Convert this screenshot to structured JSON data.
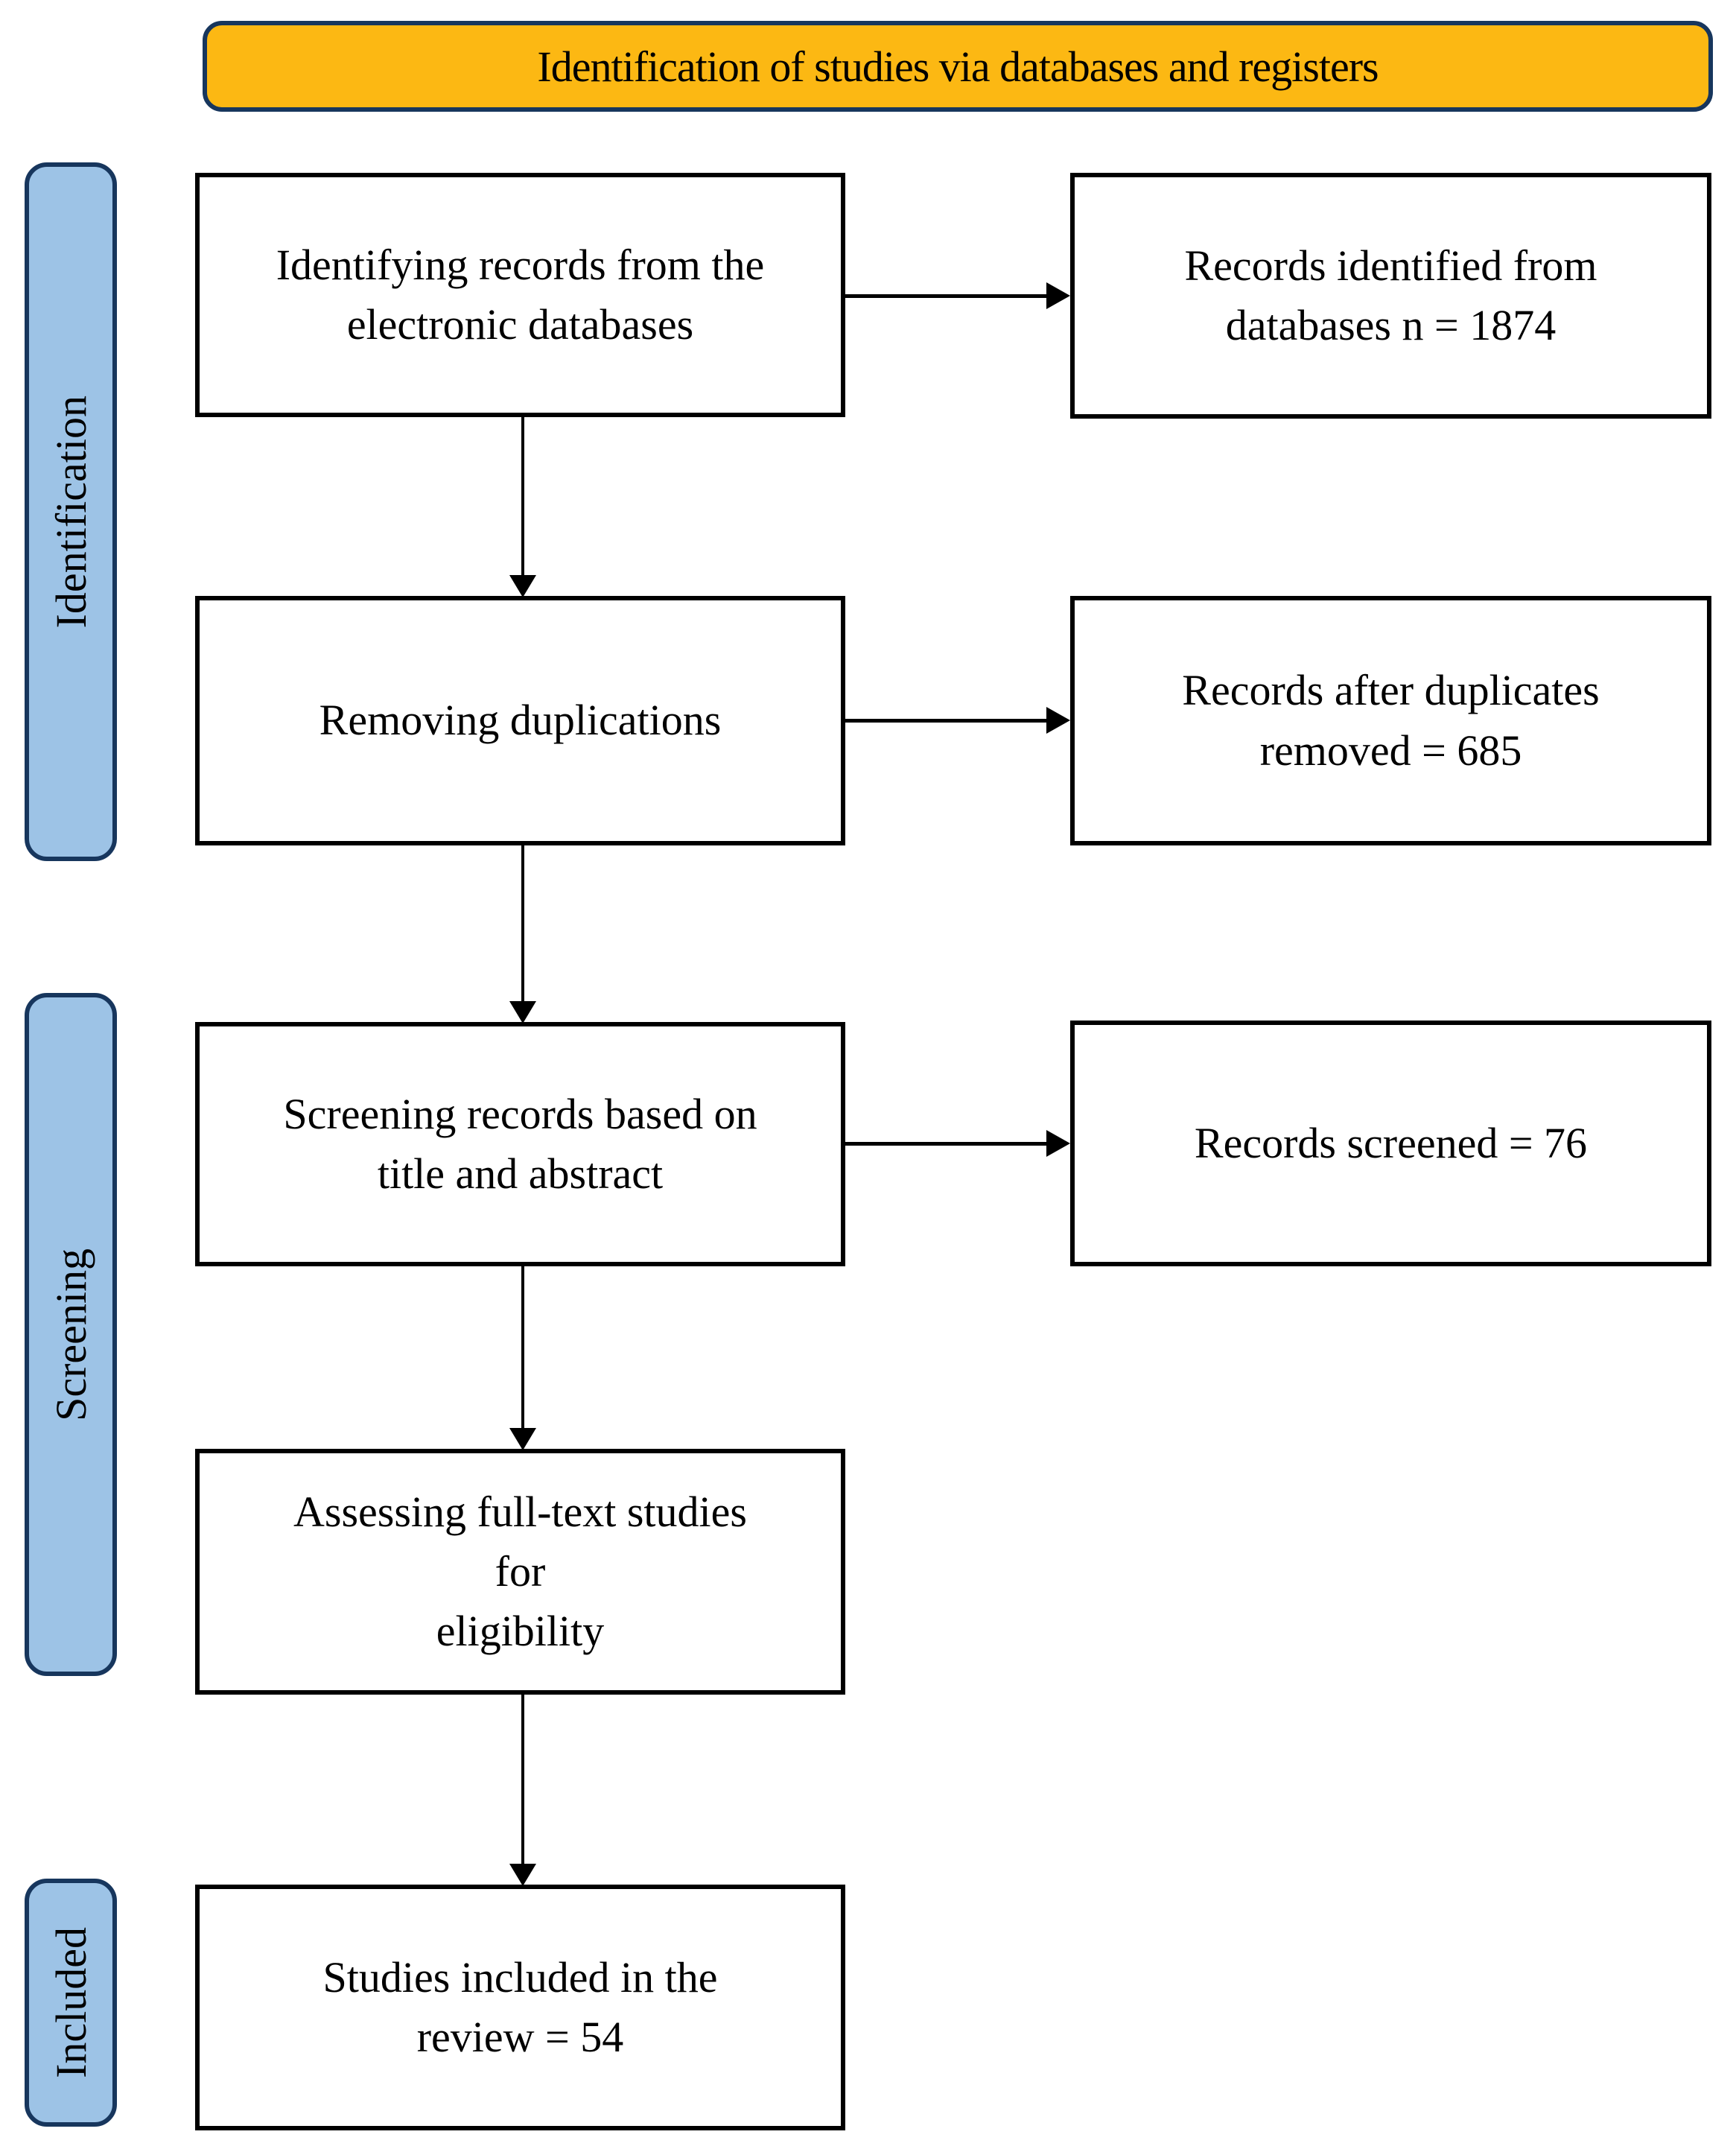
{
  "diagram": {
    "title": "Identification of studies via databases and registers",
    "stages": [
      {
        "label": "Identification"
      },
      {
        "label": "Screening"
      },
      {
        "label": "Included"
      }
    ],
    "process_boxes": [
      {
        "text": "Identifying records from the\nelectronic databases"
      },
      {
        "text": "Removing duplications"
      },
      {
        "text": "Screening records based on\ntitle and abstract"
      },
      {
        "text": "Assessing full-text studies\nfor\neligibility"
      },
      {
        "text": "Studies included in the\nreview = 54"
      }
    ],
    "result_boxes": [
      {
        "text": "Records identified from\ndatabases n = 1874"
      },
      {
        "text": "Records after duplicates\nremoved = 685"
      },
      {
        "text": "Records screened = 76"
      }
    ],
    "counts": {
      "records_identified": 1874,
      "after_duplicates_removed": 685,
      "records_screened": 76,
      "studies_included": 54
    },
    "colors": {
      "banner_fill": "#FCB813",
      "banner_border": "#17365D",
      "stage_fill": "#9DC3E6",
      "stage_border": "#17365D",
      "box_border": "#000000",
      "background": "#FFFFFF"
    }
  }
}
